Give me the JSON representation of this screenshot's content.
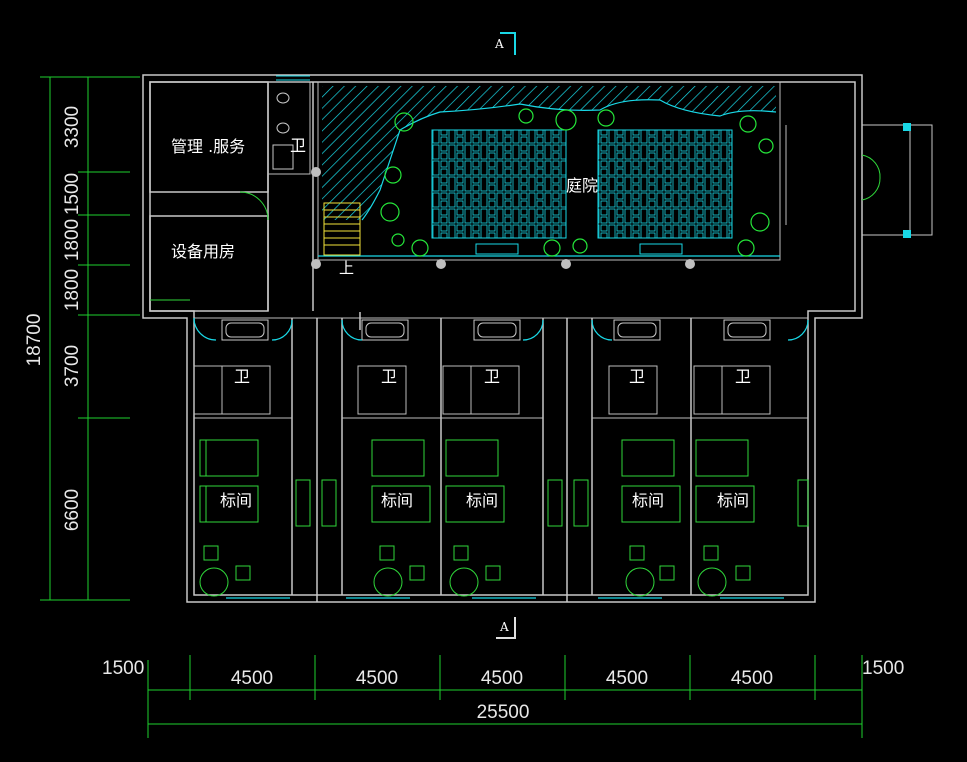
{
  "section_marks": {
    "top": "A",
    "bottom": "A"
  },
  "rooms": {
    "management": "管理 .服务",
    "equipment": "设备用房",
    "toilet_top": "卫",
    "courtyard": "庭院",
    "stair_up": "上",
    "suite_toilet": "卫",
    "standard_room": "标间"
  },
  "dimensions": {
    "vertical": [
      "3300",
      "1500",
      "1800",
      "1800",
      "3700",
      "6600"
    ],
    "vertical_total": "18700",
    "horizontal": [
      "1500",
      "4500",
      "4500",
      "4500",
      "4500",
      "4500",
      "1500"
    ],
    "horizontal_total": "25500"
  },
  "colors": {
    "wall": "#c8c8c8",
    "furniture": "#2fd63a",
    "accent": "#19d8e6",
    "dimension": "#1ecf2e"
  }
}
